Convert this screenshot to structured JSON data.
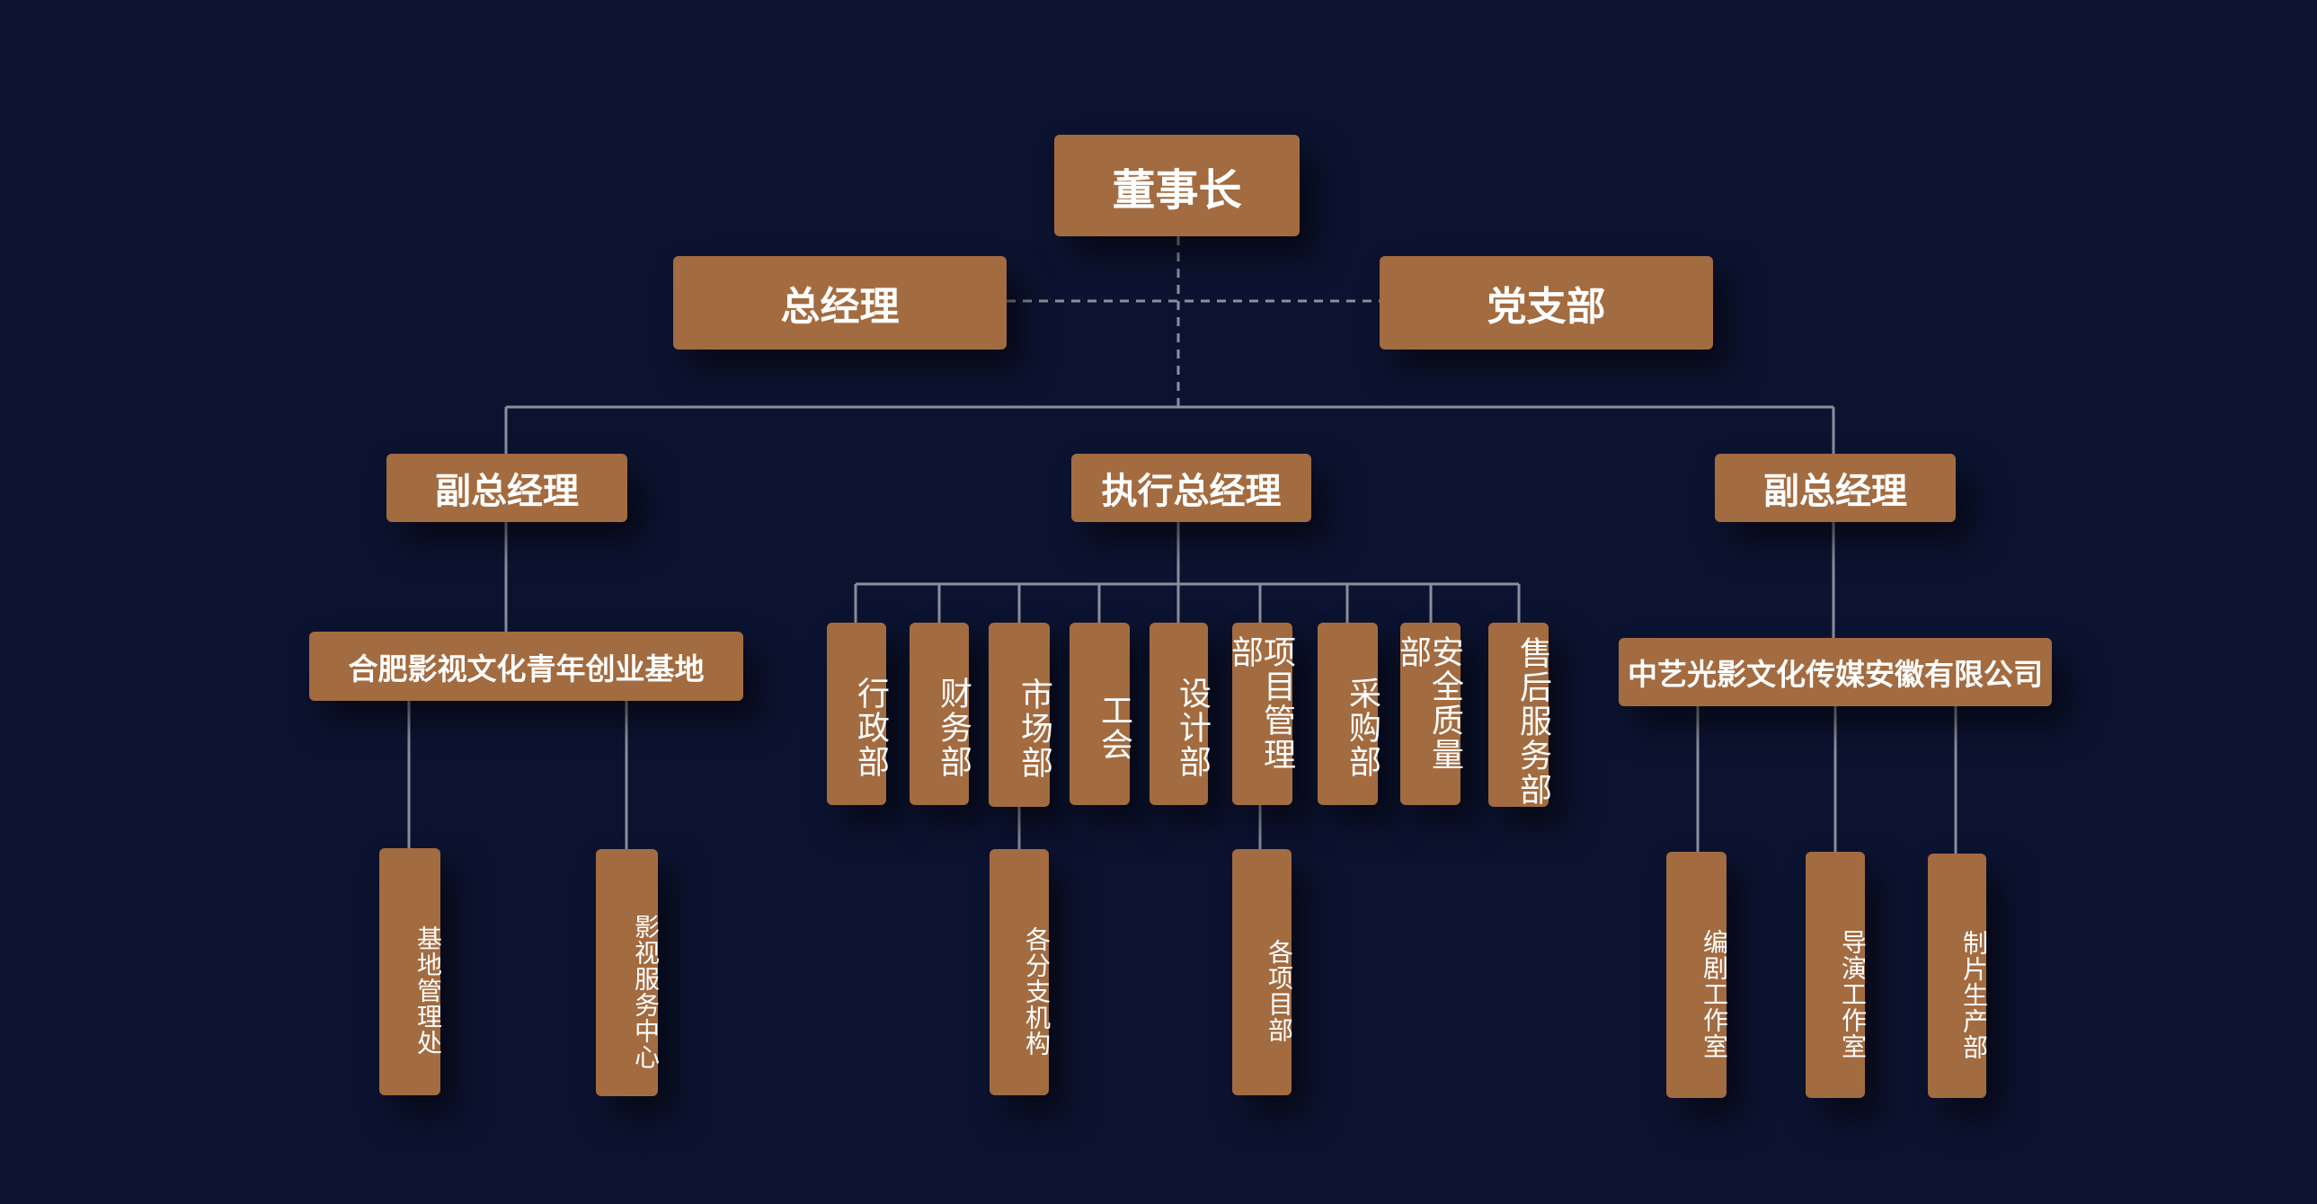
{
  "chairman": "董事长",
  "general_manager": "总经理",
  "party_branch": "党支部",
  "vp_left": "副总经理",
  "executive_gm": "执行总经理",
  "vp_right": "副总经理",
  "base_left": "合肥影视文化青年创业基地",
  "company_right": "中艺光影文化传媒安徽有限公司",
  "departments": [
    "行政部",
    "财务部",
    "市场部",
    "工会",
    "设计部",
    "项目管理部",
    "采购部",
    "安全质量部",
    "售后服务部"
  ],
  "sub_left": [
    "基地管理处",
    "影视服务中心"
  ],
  "sub_market": "各分支机构",
  "sub_project": "各项目部",
  "sub_right": [
    "编剧工作室",
    "导演工作室",
    "制片生产部"
  ],
  "colors": {
    "background": "#0c1330",
    "box": "#a36b40",
    "line": "#8a8f9c",
    "text": "#ffffff"
  }
}
